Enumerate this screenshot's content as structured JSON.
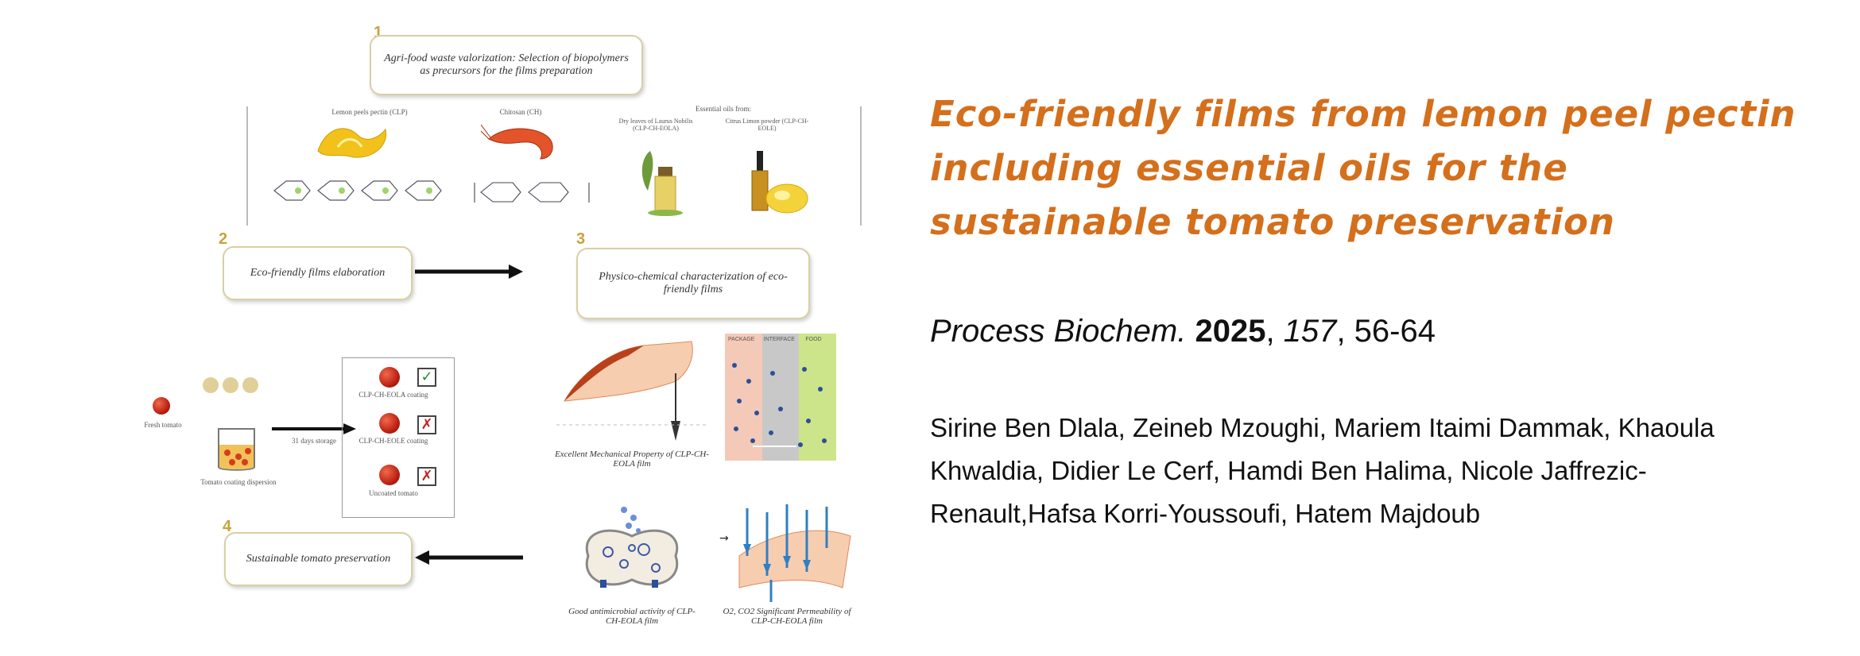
{
  "graphical_abstract": {
    "step1_number": "1",
    "step1_text": "Agri-food waste valorization: Selection of biopolymers as precursors for the films preparation",
    "step2_number": "2",
    "step2_text": "Eco-friendly films elaboration",
    "step3_number": "3",
    "step3_text": "Physico-chemical characterization of eco-friendly films",
    "step4_number": "4",
    "step4_text": "Sustainable tomato preservation",
    "precursor_pectin": "Lemon peels pectin (CLP)",
    "precursor_chitosan": "Chitosan (CH)",
    "precursor_oils": "Essential oils from:",
    "oil_laurel": "Dry leaves of Laurus Nobilis (CLP-CH-EOLA)",
    "oil_lemon": "Citrus Limon powder (CLP-CH-EOLE)",
    "fresh_tomato": "Fresh tomato",
    "coating_dispersion": "Tomato coating dispersion",
    "storage": "31 days storage",
    "coating_eola": "CLP-CH-EOLA coating",
    "coating_eole": "CLP-CH-EOLE coating",
    "uncoated": "Uncoated tomato",
    "mechanical_caption": "Excellent Mechanical Property of CLP-CH-EOLA film",
    "antimicrobial_caption": "Good antimicrobial activity of CLP-CH-EOLA film",
    "permeability_caption": "O2, CO2 Significant Permeability of CLP-CH-EOLA film",
    "panel_labels": [
      "PACKAGE",
      "INTERFACE",
      "FOOD"
    ],
    "check_mark": "✓",
    "cross_mark": "✗"
  },
  "paper": {
    "title": "Eco-friendly films from lemon peel pectin including essential oils for the sustainable tomato preservation",
    "journal": "Process Biochem.",
    "year": "2025",
    "volume": "157",
    "pages": "56-64",
    "authors": "Sirine Ben Dlala, Zeineb Mzoughi, Mariem Itaimi Dammak, Khaoula Khwaldia, Didier Le Cerf, Hamdi Ben Halima, Nicole Jaffrezic-Renault,Hafsa Korri-Youssoufi, Hatem Majdoub"
  },
  "colors": {
    "title": "#d46f1c",
    "box_border": "#d9cfa6",
    "number": "#c9a23a"
  }
}
